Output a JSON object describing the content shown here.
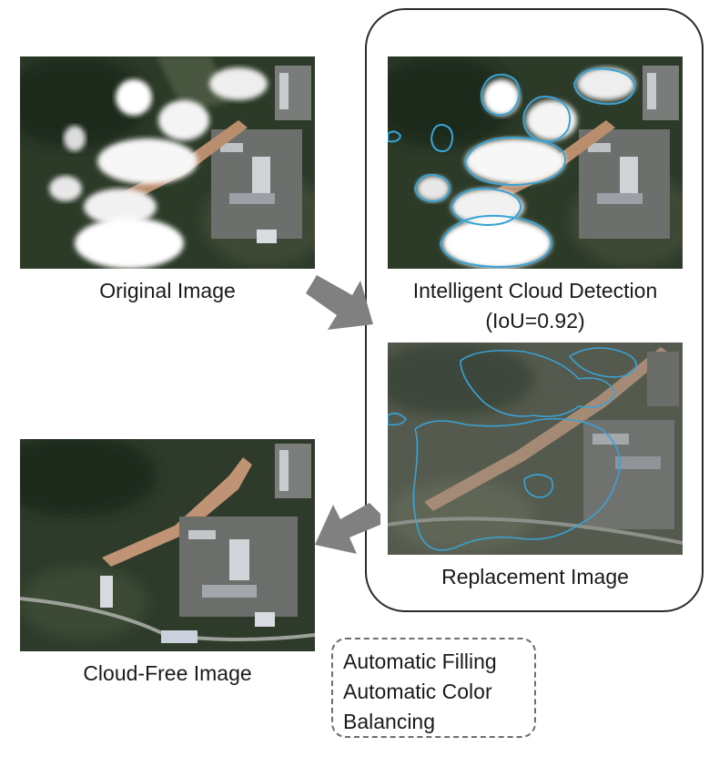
{
  "captions": {
    "original": "Original Image",
    "detection_line1": "Intelligent Cloud Detection",
    "detection_line2": "(IoU=0.92)",
    "replacement": "Replacement Image",
    "cloud_free": "Cloud-Free Image"
  },
  "note": {
    "line1": "Automatic Filling",
    "line2": "Automatic Color",
    "line3": "Balancing"
  },
  "colors": {
    "cloud_outline": "#3aa3d6",
    "arrow": "#808080",
    "dashed_border": "#6e6e6e"
  }
}
